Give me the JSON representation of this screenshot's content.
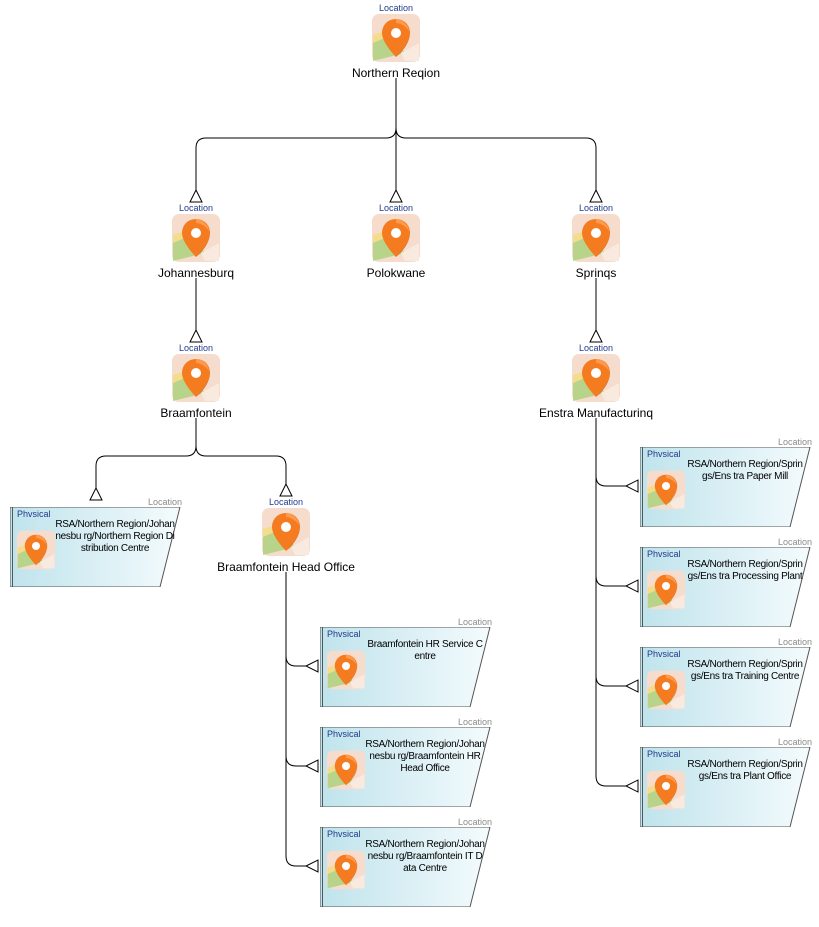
{
  "labels": {
    "location_stereotype": "Location",
    "physical_stereotype": "Phvsical"
  },
  "colors": {
    "pin": "#f47b20",
    "pin_dark": "#d95d0c",
    "map_bg": "#f6d9c8",
    "map_green": "#b7d48a",
    "map_yellow": "#f3dc8a",
    "physical_grad_start": "#bfe3ec",
    "physical_grad_end": "#f4fbfd",
    "stereotype_text": "#1f3a8a",
    "tag_text": "#8a8a8a",
    "connector": "#000000"
  },
  "locations": [
    {
      "id": "northern-region",
      "name": "Northern Reqion"
    },
    {
      "id": "johannesburg",
      "name": "Johannesburq"
    },
    {
      "id": "polokwane",
      "name": "Polokwane"
    },
    {
      "id": "springs",
      "name": "Sprinqs"
    },
    {
      "id": "braamfontein",
      "name": "Braamfontein"
    },
    {
      "id": "enstra-manufacturing",
      "name": "Enstra Manufacturinq"
    },
    {
      "id": "braamfontein-head-office",
      "name": "Braamfontein Head Office"
    }
  ],
  "physicals": [
    {
      "id": "northern-region-distribution-centre",
      "text": "RSA/Northern Region/Johannesbu rg/Northern Region Distribution Centre"
    },
    {
      "id": "braamfontein-hr-service-centre",
      "text": "Braamfontein HR Service Centre"
    },
    {
      "id": "braamfontein-hr-head-office",
      "text": "RSA/Northern Region/Johannesbu rg/Braamfontein HR Head Office"
    },
    {
      "id": "braamfontein-it-data-centre",
      "text": "RSA/Northern Region/Johannesbu rg/Braamfontein IT Data Centre"
    },
    {
      "id": "enstra-paper-mill",
      "text": "RSA/Northern Region/Springs/Ens tra Paper Mill"
    },
    {
      "id": "enstra-processing-plant",
      "text": "RSA/Northern Region/Springs/Ens tra Processing Plant"
    },
    {
      "id": "enstra-training-centre",
      "text": "RSA/Northern Region/Springs/Ens tra Training Centre"
    },
    {
      "id": "enstra-plant-office",
      "text": "RSA/Northern Region/Springs/Ens tra Plant Office"
    }
  ]
}
